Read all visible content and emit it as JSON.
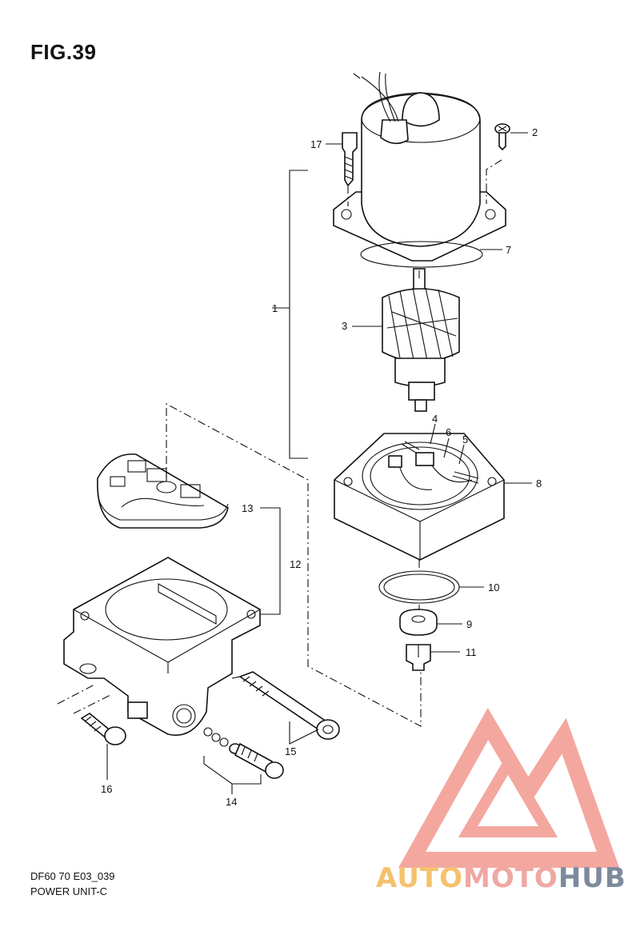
{
  "figure": {
    "title": "FIG.39",
    "code": "DF60 70 E03_039",
    "name": "POWER UNIT-C"
  },
  "callouts": {
    "c1": "1",
    "c2": "2",
    "c3": "3",
    "c4": "4",
    "c5": "5",
    "c6": "6",
    "c7": "7",
    "c8": "8",
    "c9": "9",
    "c10": "10",
    "c11": "11",
    "c12": "12",
    "c13": "13",
    "c14": "14",
    "c15": "15",
    "c16": "16",
    "c17": "17"
  },
  "watermark": {
    "part_a": "AUTO",
    "part_b": "MOTO",
    "part_c": "HUB",
    "colors": {
      "auto": "#f6c16e",
      "moto": "#f0a7a2",
      "hub": "#7d8a9c",
      "logo": "#f08a80"
    }
  }
}
